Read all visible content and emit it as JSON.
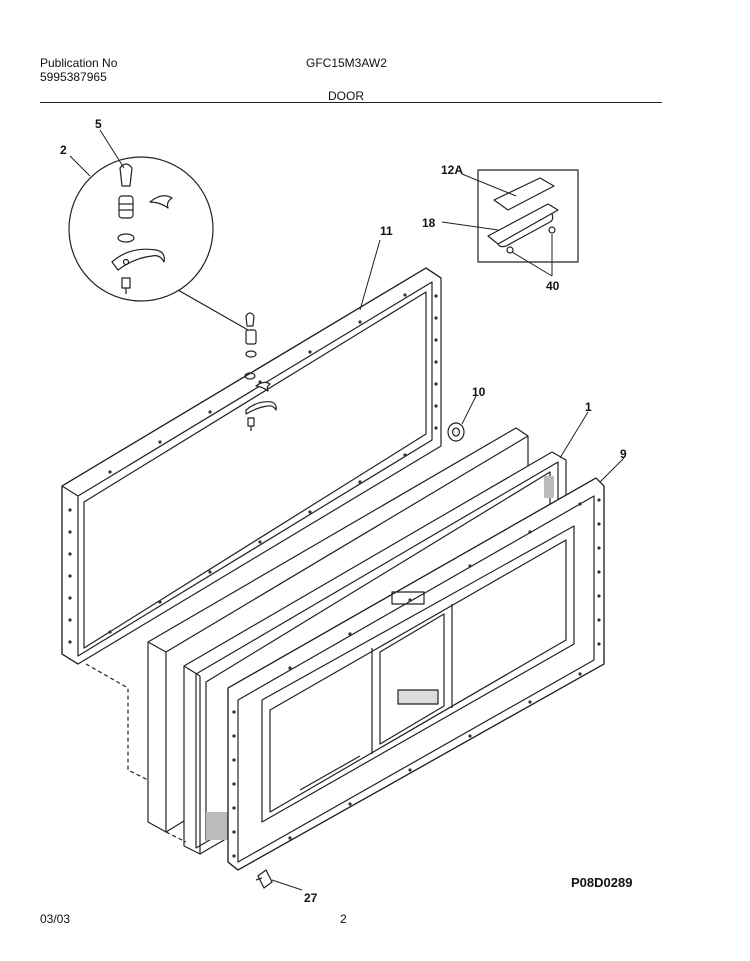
{
  "header": {
    "publication_label": "Publication No",
    "publication_number": "5995387965",
    "model": "GFC15M3AW2",
    "section": "DOOR"
  },
  "callouts": {
    "c5": "5",
    "c2": "2",
    "c11": "11",
    "c12a": "12A",
    "c18": "18",
    "c40": "40",
    "c10": "10",
    "c1": "1",
    "c9": "9",
    "c27": "27"
  },
  "footer": {
    "date": "03/03",
    "page": "2",
    "figure_code": "P08D0289"
  }
}
